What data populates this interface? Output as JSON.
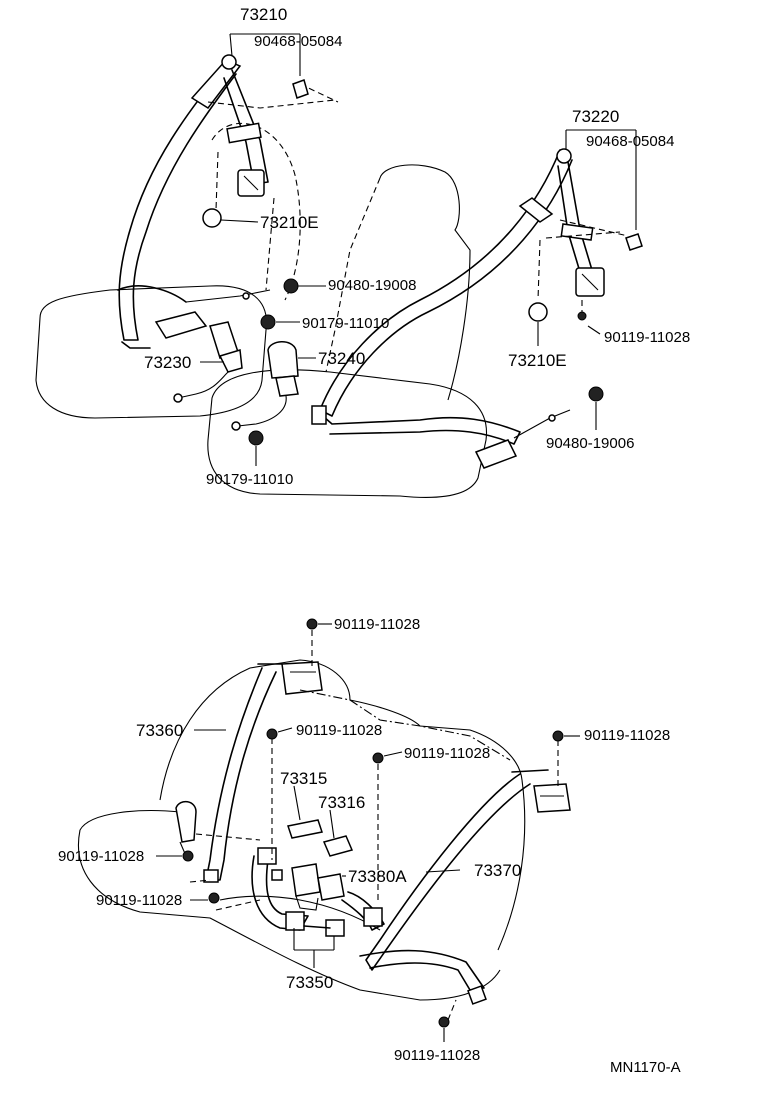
{
  "figure_code": "MN1170-A",
  "front": {
    "driver_belt": "73210",
    "driver_anchor_bolt": "90468-05084",
    "driver_cover": "73210E",
    "driver_buckle": "73230",
    "driver_buckle_bolt": "90179-11010",
    "driver_wire_grommet": "90480-19008",
    "passenger_belt": "73220",
    "passenger_anchor_bolt": "90468-05084",
    "passenger_cover": "73210E",
    "passenger_bolt": "90119-11028",
    "passenger_buckle": "73240",
    "passenger_buckle_bolt": "90179-11010",
    "passenger_wire_grommet": "90480-19006"
  },
  "rear": {
    "top_bolt": "90119-11028",
    "left_belt": "73360",
    "mid_bolt_left": "90119-11028",
    "mid_bolt_right": "90119-11028",
    "right_top_bolt": "90119-11028",
    "cover_a": "73315",
    "cover_b": "73316",
    "center_buckle": "73380A",
    "right_belt": "73370",
    "left_anchor_bolt_upper": "90119-11028",
    "left_anchor_bolt_lower": "90119-11028",
    "buckle_set": "73350",
    "bottom_bolt": "90119-11028"
  }
}
